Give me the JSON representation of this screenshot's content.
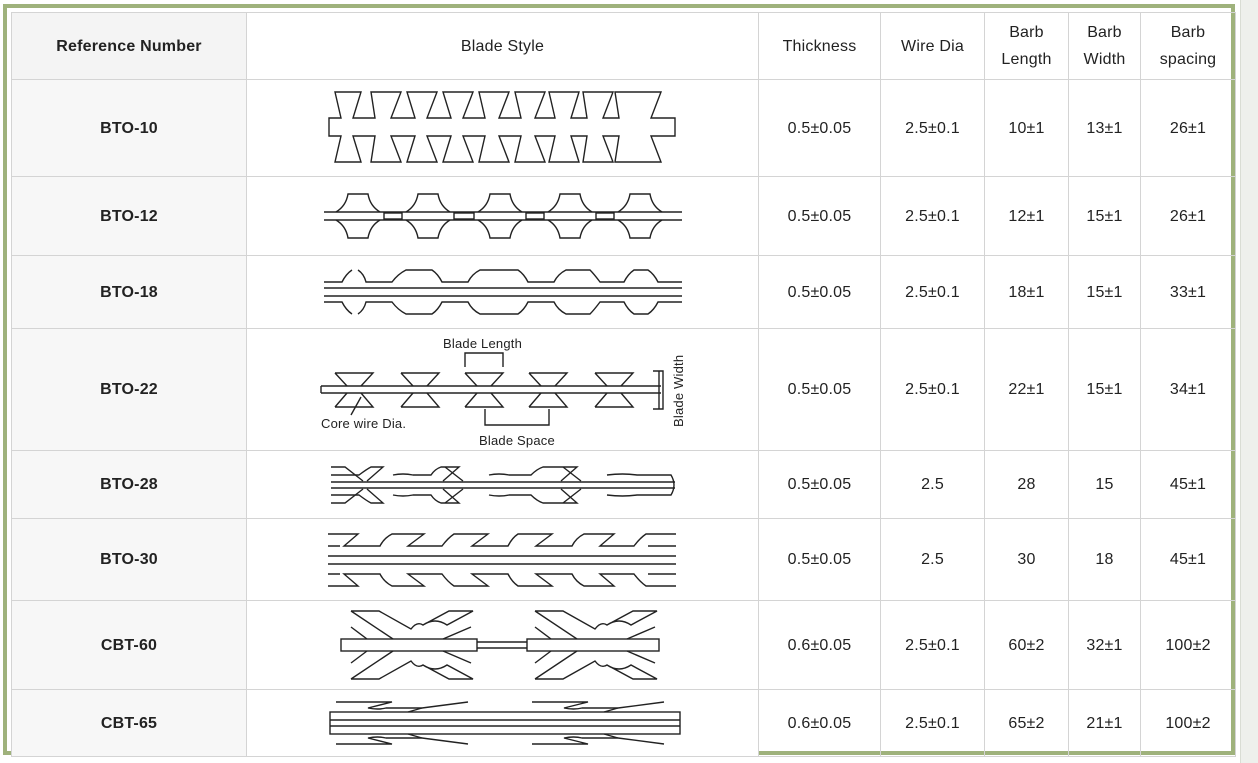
{
  "table": {
    "headers": {
      "ref": "Reference Number",
      "blade": "Blade Style",
      "thickness": "Thickness",
      "wire": "Wire Dia",
      "length_l1": "Barb",
      "length_l2": "Length",
      "width_l1": "Barb",
      "width_l2": "Width",
      "spacing_l1": "Barb",
      "spacing_l2": "spacing"
    },
    "rows": [
      {
        "ref": "BTO-10",
        "thickness": "0.5±0.05",
        "wire": "2.5±0.1",
        "length": "10±1",
        "width": "13±1",
        "spacing": "26±1"
      },
      {
        "ref": "BTO-12",
        "thickness": "0.5±0.05",
        "wire": "2.5±0.1",
        "length": "12±1",
        "width": "15±1",
        "spacing": "26±1"
      },
      {
        "ref": "BTO-18",
        "thickness": "0.5±0.05",
        "wire": "2.5±0.1",
        "length": "18±1",
        "width": "15±1",
        "spacing": "33±1"
      },
      {
        "ref": "BTO-22",
        "thickness": "0.5±0.05",
        "wire": "2.5±0.1",
        "length": "22±1",
        "width": "15±1",
        "spacing": "34±1"
      },
      {
        "ref": "BTO-28",
        "thickness": "0.5±0.05",
        "wire": "2.5",
        "length": "28",
        "width": "15",
        "spacing": "45±1"
      },
      {
        "ref": "BTO-30",
        "thickness": "0.5±0.05",
        "wire": "2.5",
        "length": "30",
        "width": "18",
        "spacing": "45±1"
      },
      {
        "ref": "CBT-60",
        "thickness": "0.6±0.05",
        "wire": "2.5±0.1",
        "length": "60±2",
        "width": "32±1",
        "spacing": "100±2"
      },
      {
        "ref": "CBT-65",
        "thickness": "0.6±0.05",
        "wire": "2.5±0.1",
        "length": "65±2",
        "width": "21±1",
        "spacing": "100±2"
      }
    ],
    "diagram_labels": {
      "blade_length": "Blade  Length",
      "blade_width": "Blade Width",
      "core_wire": "Core wire Dia.",
      "blade_space": "Blade Space"
    }
  },
  "colors": {
    "frame_border": "#9fb27c",
    "grid": "#d4d4d4",
    "text": "#222222"
  }
}
